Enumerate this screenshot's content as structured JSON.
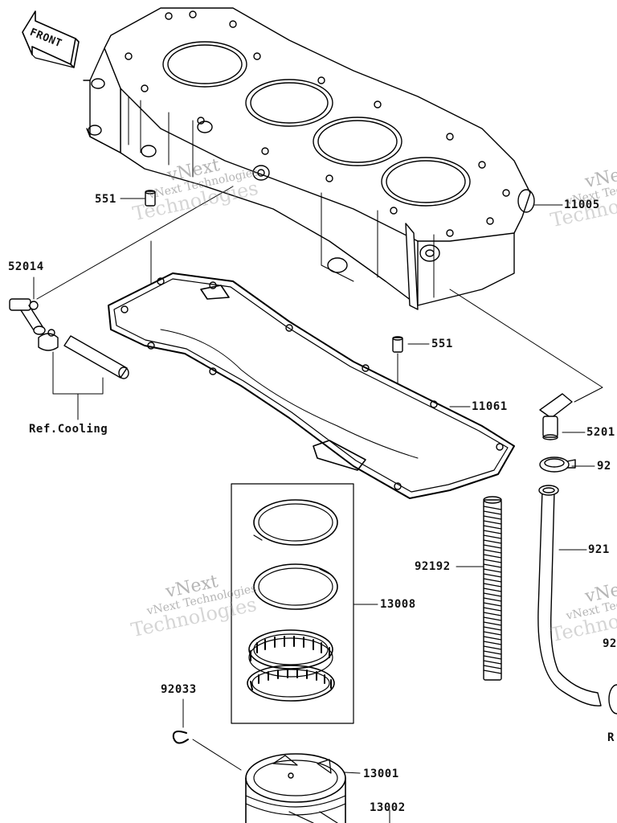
{
  "front_tag": "FRONT",
  "watermark": {
    "line1": "vNext",
    "line2": "vNext Technologies",
    "line3": "Technologies"
  },
  "labels": {
    "p551_top": "551",
    "p11005": "11005",
    "p52014": "52014",
    "p551_mid": "551",
    "p11061": "11061",
    "p5201_right": "5201",
    "p92_right": "92",
    "ref_cooling": "Ref.Cooling",
    "p92192": "92192",
    "p921_right": "921",
    "p13008": "13008",
    "p92_right2": "92",
    "p92033": "92033",
    "p13001": "13001",
    "p13002": "13002",
    "r_right": "R"
  }
}
